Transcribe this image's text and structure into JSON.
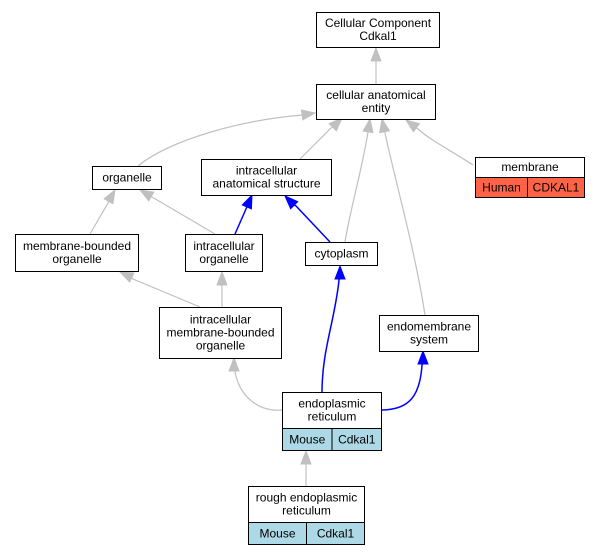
{
  "nodes": {
    "cc_cdkal1": [
      "Cellular Component",
      "Cdkal1"
    ],
    "cae": [
      "cellular anatomical",
      "entity"
    ],
    "organelle": [
      "organelle"
    ],
    "ias": [
      "intracellular",
      "anatomical structure"
    ],
    "membrane": [
      "membrane"
    ],
    "mbo": [
      "membrane-bounded",
      "organelle"
    ],
    "io": [
      "intracellular",
      "organelle"
    ],
    "cytoplasm": [
      "cytoplasm"
    ],
    "imbo": [
      "intracellular",
      "membrane-bounded",
      "organelle"
    ],
    "endomembrane": [
      "endomembrane",
      "system"
    ],
    "er": [
      "endoplasmic",
      "reticulum"
    ],
    "rer": [
      "rough endoplasmic",
      "reticulum"
    ]
  },
  "annotations": {
    "membrane": {
      "species": "Human",
      "gene": "CDKAL1",
      "color": "#ff6347"
    },
    "er": {
      "species": "Mouse",
      "gene": "Cdkal1",
      "color": "#add8e6"
    },
    "rer": {
      "species": "Mouse",
      "gene": "Cdkal1",
      "color": "#add8e6"
    }
  },
  "edges": [
    {
      "from": "cae",
      "to": "cc_cdkal1",
      "color": "gray"
    },
    {
      "from": "organelle",
      "to": "cae",
      "color": "gray"
    },
    {
      "from": "ias",
      "to": "cae",
      "color": "gray"
    },
    {
      "from": "cytoplasm",
      "to": "cae",
      "color": "gray"
    },
    {
      "from": "endomembrane",
      "to": "cae",
      "color": "gray"
    },
    {
      "from": "membrane",
      "to": "cae",
      "color": "gray"
    },
    {
      "from": "mbo",
      "to": "organelle",
      "color": "gray"
    },
    {
      "from": "io",
      "to": "organelle",
      "color": "gray"
    },
    {
      "from": "io",
      "to": "ias",
      "color": "blue"
    },
    {
      "from": "cytoplasm",
      "to": "ias",
      "color": "blue"
    },
    {
      "from": "imbo",
      "to": "mbo",
      "color": "gray"
    },
    {
      "from": "imbo",
      "to": "io",
      "color": "gray"
    },
    {
      "from": "er",
      "to": "imbo",
      "color": "gray"
    },
    {
      "from": "er",
      "to": "cytoplasm",
      "color": "blue"
    },
    {
      "from": "er",
      "to": "endomembrane",
      "color": "blue"
    },
    {
      "from": "rer",
      "to": "er",
      "color": "gray"
    }
  ]
}
